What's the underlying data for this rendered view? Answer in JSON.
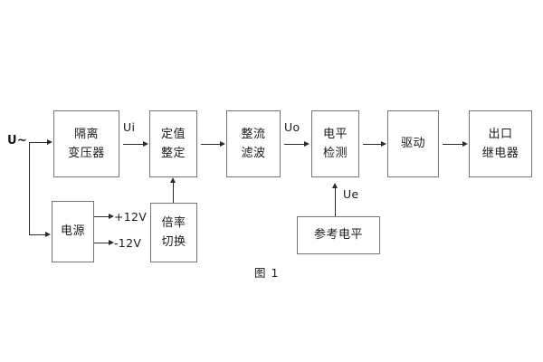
{
  "figure": {
    "caption": "图 1",
    "accent_line_color": "#2b2b2b",
    "box_border_color": "#777777",
    "text_color": "#1a1a1a",
    "background": "#ffffff"
  },
  "blocks": {
    "isolation_transformer": {
      "line1": "隔离",
      "line2": "变压器"
    },
    "setting_value": {
      "line1": "定值",
      "line2": "整定"
    },
    "rectify_filter": {
      "line1": "整流",
      "line2": "滤波"
    },
    "level_detection": {
      "line1": "电平",
      "line2": "检测"
    },
    "drive": {
      "line1": "驱动"
    },
    "output_relay": {
      "line1": "出口",
      "line2": "继电器"
    },
    "power_supply": {
      "line1": "电源"
    },
    "ratio_switch": {
      "line1": "倍率",
      "line2": "切换"
    },
    "reference_level": {
      "line1": "参考电平"
    }
  },
  "signals": {
    "input_source": "U~",
    "ui": "Ui",
    "uo": "Uo",
    "ue": "Ue",
    "rail_positive": "+12V",
    "rail_negative": "-12V"
  }
}
